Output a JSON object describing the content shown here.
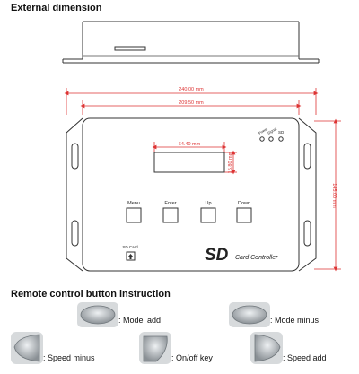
{
  "external_dimension": {
    "title": "External dimension",
    "dims": {
      "overall_width": "240.00 mm",
      "body_width": "209.50 mm",
      "height": "145.00 mm",
      "lcd_width": "64.40 mm",
      "lcd_height": "15.80 mm"
    },
    "device": {
      "indicators": [
        "Power",
        "Signal",
        "SD"
      ],
      "buttons": [
        "Menu",
        "Enter",
        "Up",
        "Down"
      ],
      "sd_card_label": "SD Card",
      "brand_big": "SD",
      "brand_small": "Card Controller"
    }
  },
  "remote": {
    "title": "Remote control button instruction",
    "items": [
      {
        "label": ": Model add"
      },
      {
        "label": ": Mode minus"
      },
      {
        "label": ": Speed minus"
      },
      {
        "label": ": On/off key"
      },
      {
        "label": ": Speed add"
      }
    ]
  }
}
